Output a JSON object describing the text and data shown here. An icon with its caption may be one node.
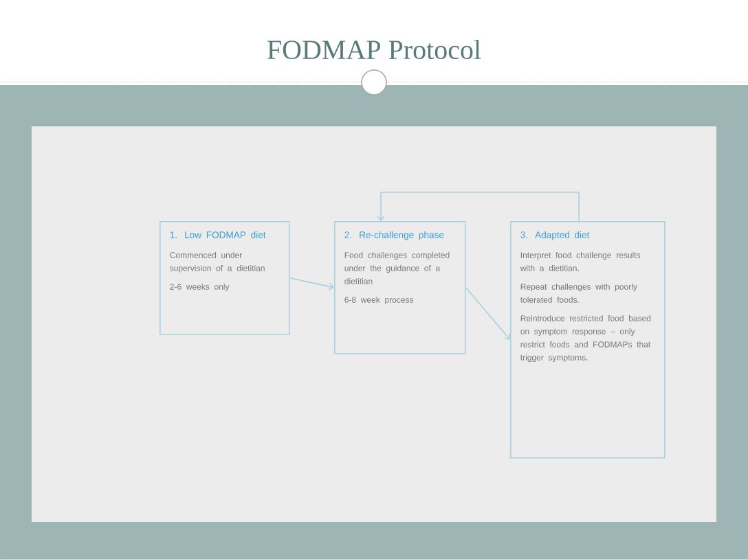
{
  "diagram": {
    "title": "FODMAP Protocol",
    "nodes": [
      {
        "text": [
          "1. Low FODMAP diet",
          "Commenced under supervision of a dietitian",
          "2-6 weeks only"
        ]
      },
      {
        "text": [
          "2. Re-challenge phase",
          "Food challenges completed under the guidance of a dietitian",
          "6-8 week process"
        ]
      },
      {
        "text": [
          "3. Adapted diet",
          "Interpret food challenge results with a dietitian.",
          "Repeat challenges with poorly tolerated foods.",
          "Reintroduce restricted food based on symptom response – only restrict foods and FODMAPs that trigger symptoms."
        ]
      }
    ],
    "edges": [
      {
        "from": 0,
        "to": 1,
        "arrow": "to"
      },
      {
        "from": 1,
        "to": 2,
        "arrow": "to"
      },
      {
        "from": 2,
        "to": 1,
        "arrow": "to"
      }
    ]
  }
}
